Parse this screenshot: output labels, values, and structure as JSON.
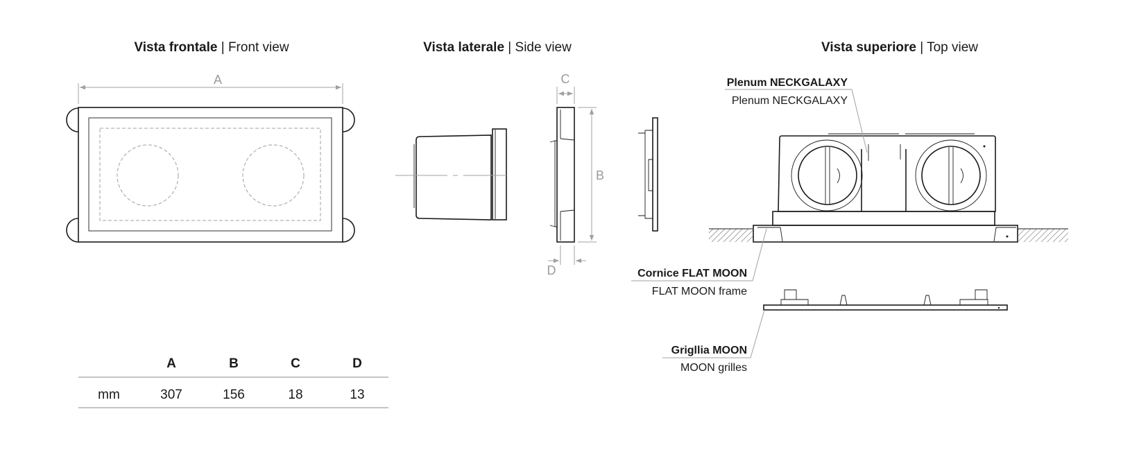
{
  "views": {
    "front": {
      "title_bold": "Vista frontale",
      "separator": " | ",
      "title_regular": "Front view"
    },
    "side": {
      "title_bold": "Vista laterale",
      "separator": " | ",
      "title_regular": "Side view"
    },
    "top": {
      "title_bold": "Vista superiore",
      "separator": " | ",
      "title_regular": "Top view"
    }
  },
  "dimension_labels": {
    "a": "A",
    "b": "B",
    "c": "C",
    "d": "D"
  },
  "callouts": {
    "plenum": {
      "it": "Plenum NECKGALAXY",
      "en": "Plenum NECKGALAXY"
    },
    "frame": {
      "it": "Cornice FLAT MOON",
      "en": "FLAT MOON frame"
    },
    "grille": {
      "it": "Grigllia MOON",
      "en": "MOON grilles"
    }
  },
  "table": {
    "headers": [
      "",
      "A",
      "B",
      "C",
      "D"
    ],
    "rows": [
      [
        "mm",
        "307",
        "156",
        "18",
        "13"
      ]
    ]
  }
}
